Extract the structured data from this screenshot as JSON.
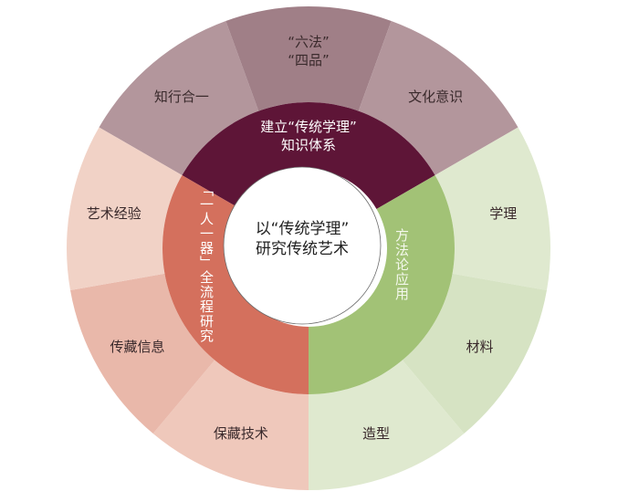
{
  "center": {
    "line1": "以“传统学理”",
    "line2": "研究传统艺术"
  },
  "inner": [
    {
      "id": "top",
      "line1": "建立“传统学理”",
      "line2": "知识体系",
      "color": "#5e1537"
    },
    {
      "id": "right",
      "line1": "方法论应用",
      "color": "#a2c276"
    },
    {
      "id": "left",
      "line1": "全流程研究",
      "line2": "「一人一器」",
      "color": "#d4705d"
    }
  ],
  "outer": [
    {
      "label": "知行合一",
      "color": "#b3969c"
    },
    {
      "label": "“六法”",
      "label2": "“四品”",
      "color": "#a07f87"
    },
    {
      "label": "文化意识",
      "color": "#b3969c"
    },
    {
      "label": "学理",
      "color": "#dfe9cf"
    },
    {
      "label": "材料",
      "color": "#d6e3c3"
    },
    {
      "label": "造型",
      "color": "#dfe9cf"
    },
    {
      "label": "保藏技术",
      "color": "#efc8bb"
    },
    {
      "label": "传藏信息",
      "color": "#e9b8aa"
    },
    {
      "label": "艺术经验",
      "color": "#f1d2c6"
    }
  ]
}
